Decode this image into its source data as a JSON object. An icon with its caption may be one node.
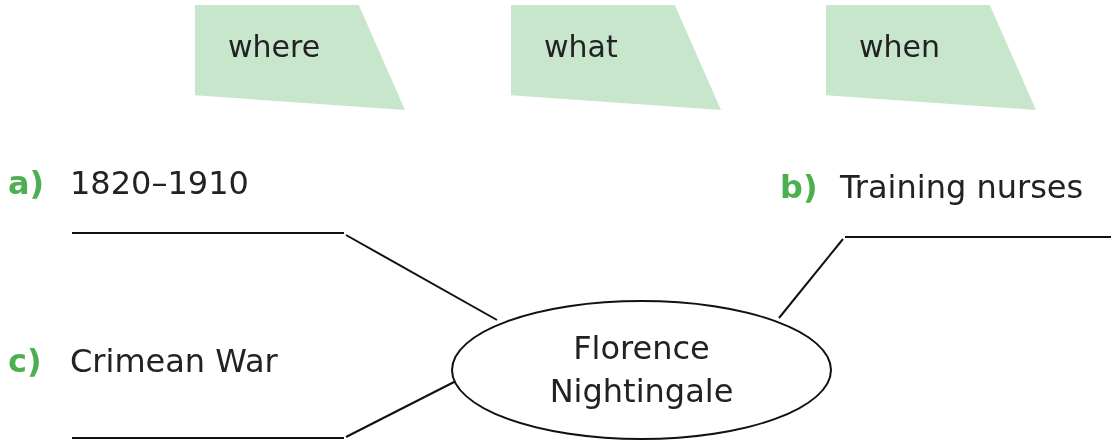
{
  "diagram": {
    "nodes": [
      {
        "text": [
          "where"
        ]
      },
      {
        "text": [
          "what"
        ]
      },
      {
        "text": [
          "when"
        ]
      },
      {
        "text": [
          "Florence Nightingale"
        ]
      },
      {
        "text": [],
        "shape": "line"
      },
      {
        "text": [],
        "shape": "line"
      },
      {
        "text": [],
        "shape": "line"
      }
    ],
    "edges": [
      {
        "from": 3,
        "to": 4,
        "arrow": "none"
      },
      {
        "from": 3,
        "to": 5,
        "arrow": "none"
      },
      {
        "from": 3,
        "to": 6,
        "arrow": "none"
      }
    ],
    "labels": [
      "a)",
      "1820–1910",
      "b)",
      "Training nurses",
      "c)",
      "Crimean War"
    ]
  }
}
